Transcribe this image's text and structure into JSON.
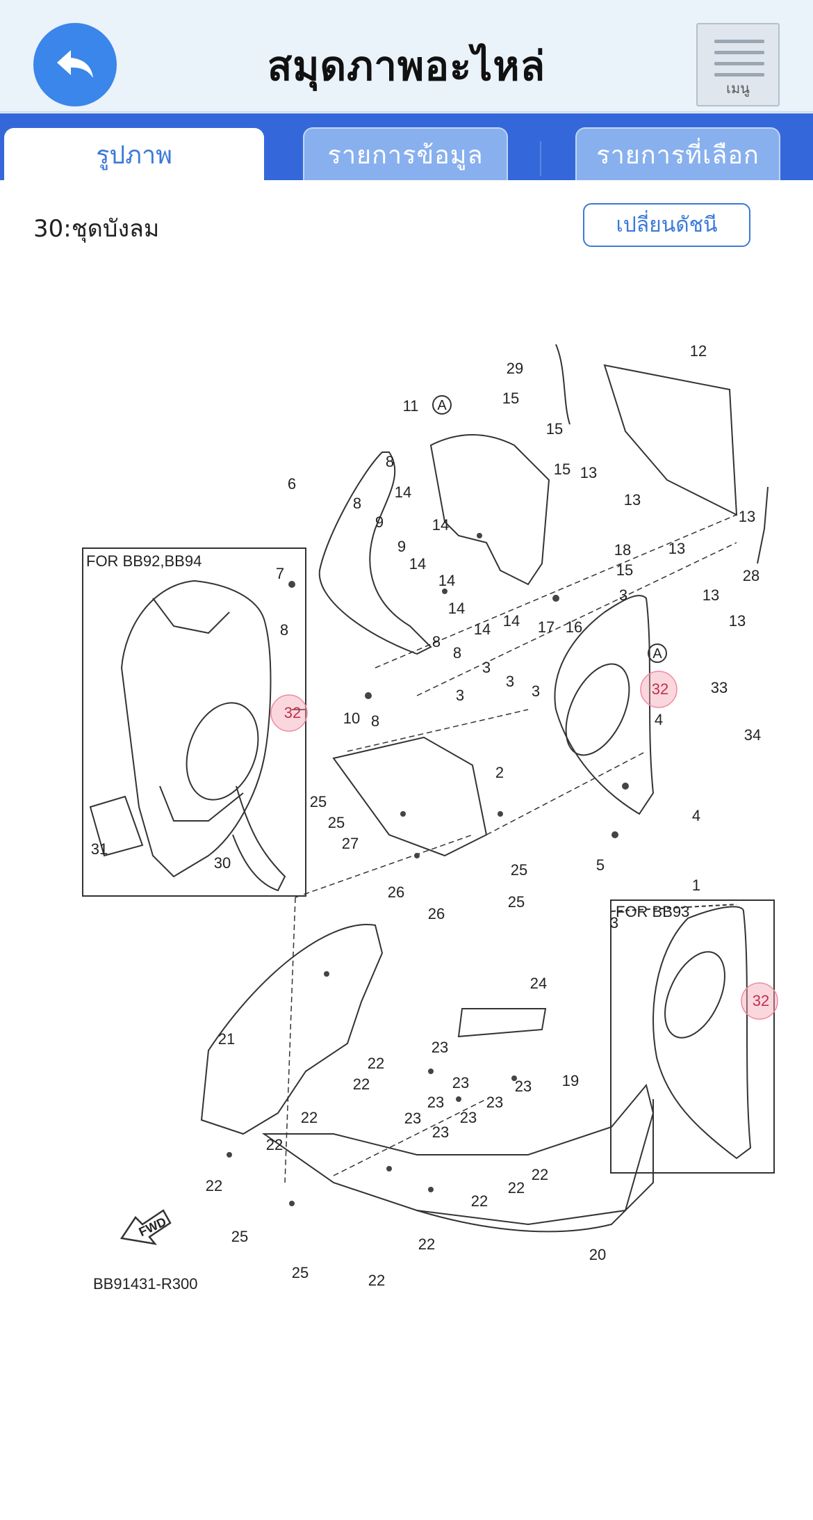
{
  "header": {
    "title": "สมุดภาพอะไหล่",
    "back_icon": "back-arrow-icon",
    "menu_label": "เมนู",
    "menu_icon": "hamburger-icon",
    "back_color": "#3a86ea"
  },
  "tabs": [
    {
      "label": "รูปภาพ",
      "active": true
    },
    {
      "label": "รายการข้อมูล",
      "active": false
    },
    {
      "label": "รายการที่เลือก",
      "active": false
    }
  ],
  "section": {
    "title": "30:ชุดบังลม",
    "change_index_label": "เปลี่ยนดัชนี"
  },
  "diagram": {
    "inset_left_title": "FOR BB92,BB94",
    "inset_right_title": "FOR BB93",
    "drawing_code": "BB91431-R300",
    "fwd_label": "FWD",
    "ref_mark": "A",
    "highlight_part": "32",
    "highlight_color": "#f4a6b4",
    "part_numbers": [
      "1",
      "2",
      "3",
      "4",
      "5",
      "6",
      "7",
      "8",
      "9",
      "10",
      "11",
      "12",
      "13",
      "14",
      "15",
      "16",
      "17",
      "18",
      "19",
      "20",
      "21",
      "22",
      "23",
      "24",
      "25",
      "26",
      "27",
      "28",
      "29",
      "30",
      "31",
      "32",
      "33",
      "34"
    ]
  }
}
